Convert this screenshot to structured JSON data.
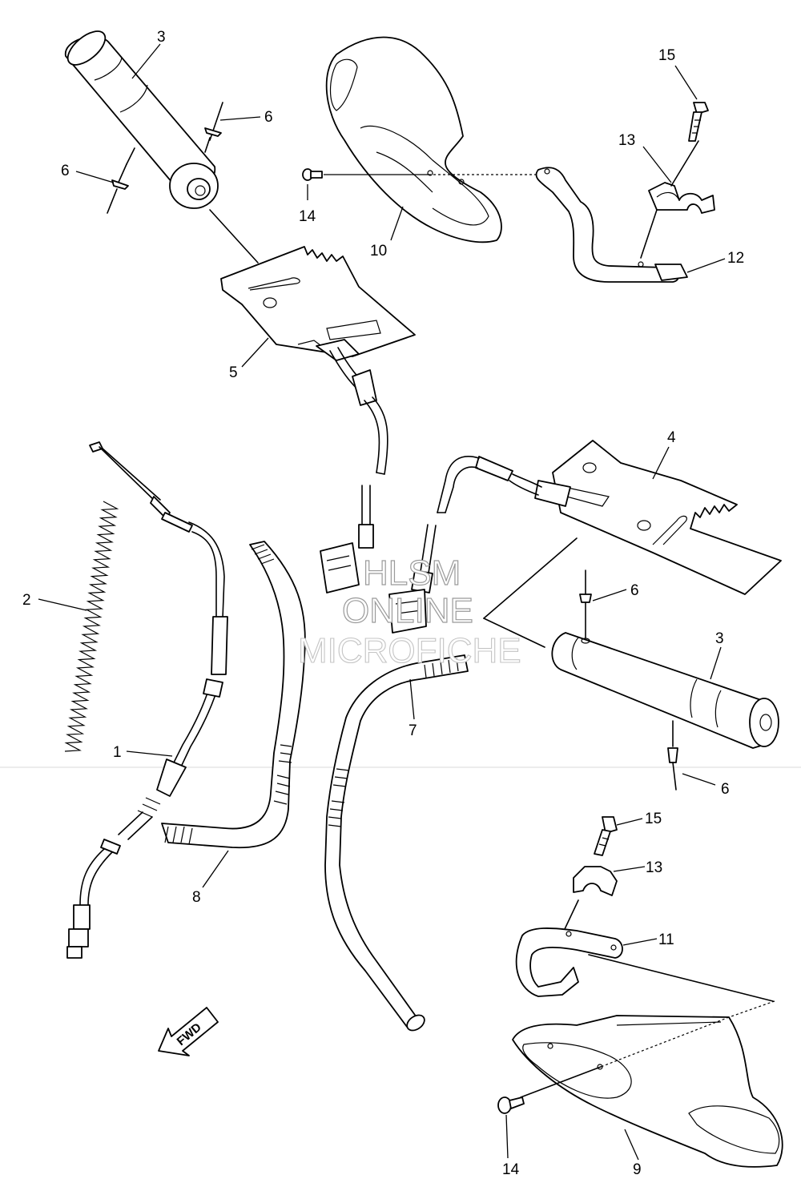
{
  "callouts": {
    "c3_top": "3",
    "c6_top_right": "6",
    "c6_top_left": "6",
    "c5": "5",
    "c10": "10",
    "c14_top": "14",
    "c15_top": "15",
    "c13_top": "13",
    "c12": "12",
    "c4": "4",
    "c2": "2",
    "c1": "1",
    "c8": "8",
    "c7": "7",
    "c6_mid_upper": "6",
    "c3_right": "3",
    "c6_mid_lower": "6",
    "c15_bottom": "15",
    "c13_bottom": "13",
    "c11": "11",
    "c14_bottom": "14",
    "c9": "9"
  },
  "watermark": {
    "line1": "HLSM",
    "line2": "ONLINE",
    "line3": "MICROFICHE"
  },
  "direction_arrow": {
    "label": "FWD"
  }
}
